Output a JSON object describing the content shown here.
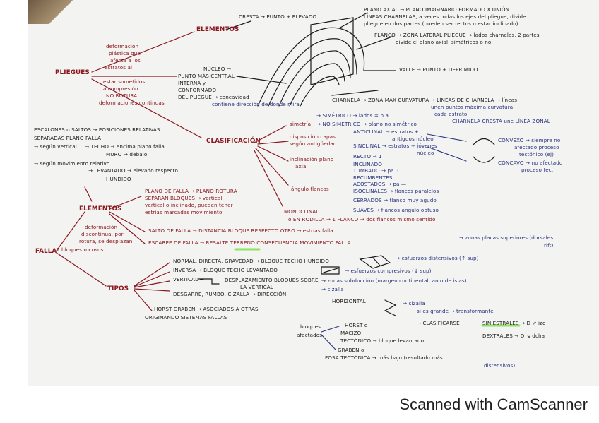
{
  "scanner_label": "Scanned with CamScanner",
  "notes": {
    "pliegues": {
      "title": "PLIEGUES",
      "definicion": [
        "deformación",
        "plástica que",
        "afecta a los",
        "estratos al",
        "estar sometidos",
        "a compresión",
        "NO ROTURA",
        "deformaciones continuas"
      ],
      "elementos": "ELEMENTOS",
      "cresta": "CRESTA → PUNTO + ELEVADO",
      "plano_axial": [
        "PLANO AXIAL → PLANO IMAGINARIO FORMADO X UNIÓN",
        "LÍNEAS CHARNELAS, a veces todas los ejes del pliegue, divide",
        "pliegue en dos partes (pueden ser rectos o estar inclinado)"
      ],
      "flanco": [
        "FLANCO → ZONA LATERAL PLIEGUE → lados charnelas, 2 partes",
        "divide el plano axial, simétricos o no"
      ],
      "valle": "VALLE → PUNTO + DEPRIMIDO",
      "nucleo": [
        "NÚCLEO →",
        "PUNTO MÁS CENTRAL",
        "INTERNA y",
        "CONFORMADO",
        "DEL PLIEGUE → concavidad",
        "contiene dirección de donde mira"
      ],
      "charnela": [
        "CHARNELA → ZONA MAX CURVATURA → LÍNEAS DE CHARNELA → líneas",
        "unen puntos máxima curvatura",
        "cada estrato",
        "CHARNELA CRESTA une LÍNEA ZONAL"
      ],
      "clasificacion": "CLASIFICACIÓN",
      "simetria": "simetría",
      "simetrico": "→ SIMÉTRICO → lados = p.a.",
      "asimetrico": "→ NO SIMÉTRICO → plano no simétrico",
      "disposicion": [
        "disposición capas",
        "según antigüedad"
      ],
      "anticlinal": [
        "ANTICLINAL → estratos +",
        "antiguos núcleo"
      ],
      "sinclinal": [
        "SINCLINAL → estratos + jóvenes",
        "núcleo"
      ],
      "convexo": [
        "CONVEXO → siempre no",
        "afectado proceso",
        "tectónico (ej)"
      ],
      "concavo": [
        "CÓNCAVO → no afectado",
        "proceso tec."
      ],
      "inclinacion": [
        "inclinación plano",
        "axial"
      ],
      "recto": "RECTO → 1",
      "inclinado": [
        "INCLINADO",
        "TUMBADO → pa ⊥"
      ],
      "recumbente": [
        "RECUMBENTES",
        "ACOSTADOS → pa —"
      ],
      "angulo": "ángulo flancos",
      "isoclinales": "ISOCLINALES → flancos paralelos",
      "cerrados": "CERRADOS → flanco muy agudo",
      "suaves": "SUAVES → flancos ángulo obtuso",
      "monoclinal": [
        "MONOCLINAL",
        "o EN RODILLA → 1 FLANCO → dos flancos mismo sentido"
      ]
    },
    "fallas": {
      "title": "FALLA",
      "definicion": [
        "deformación",
        "discontinua, por",
        "rotura, se desplazan",
        "2 bloques rocosos"
      ],
      "escalas": [
        "ESCALONES o SALTOS → POSICIONES RELATIVAS",
        "SEPARADAS PLANO FALLA"
      ],
      "sep_vertical": [
        "→ según vertical",
        "→ TECHO → encima plano falla",
        "MURO → debajo"
      ],
      "sep_relativo": [
        "→ según movimiento relativo",
        "→ LEVANTADO → elevado respecto",
        "HUNDIDO"
      ],
      "elementos": "ELEMENTOS",
      "plano_falla": [
        "PLANO DE FALLA → PLANO ROTURA",
        "SEPARAN BLOQUES → vertical",
        "vertical o inclinado, pueden tener",
        "estrías marcadas movimiento"
      ],
      "salto": "SALTO DE FALLA → DISTANCIA BLOQUE RESPECTO OTRO → estrías falla",
      "escarpe": "ESCARPE DE FALLA → RESALTE TERRENO CONSECUENCIA MOVIMIENTO FALLA",
      "zonas": [
        "→ zonas placas superiores (dorsales",
        "rift)"
      ],
      "tipos": "TIPOS",
      "normal": "NORMAL, DIRECTA, GRAVEDAD → BLOQUE TECHO HUNDIDO",
      "distensivos": "→ esfuerzos distensivos (↑ sup)",
      "inversa": "INVERSA → BLOQUE TECHO LEVANTADO",
      "compresivos": "→ esfuerzos compresivos (↓ sup)",
      "vertical": "VERTICAL →",
      "desplazamiento": [
        "DESPLAZAMIENTO BLOQUES SOBRE",
        "LA VERTICAL"
      ],
      "subduccion": "→ zonas subducción (margen continental, arco de islas)",
      "desgarre": "DESGARRE, RUMBO, CIZALLA → DIRECCIÓN",
      "horizontal": "HORIZONTAL",
      "cizalla": "→ cizalla",
      "cizalla2": "→ cizalla",
      "grande": [
        "si es grande → transformante"
      ],
      "horst": [
        "HORST-GRABEN → ASOCIADOS A OTRAS",
        "ORIGINANDO SISTEMAS FALLAS"
      ],
      "bloques": [
        "bloques",
        "afectados"
      ],
      "horst2": [
        "HORST o",
        "MACIZO",
        "TECTÓNICO → bloque levantado"
      ],
      "graben": [
        "GRABEN o",
        "FOSA TECTÓNICA → más bajo (resultado más",
        "distensivos)"
      ],
      "clasificarse": "→ CLASIFICARSE",
      "siniestrales": "SINIESTRALES → D ↗ izq",
      "dextrales": "DEXTRALES → D ↘ dcha"
    }
  },
  "colors": {
    "paper": "#f3f3f1",
    "red_ink": "#8b1820",
    "blue_ink": "#26327e",
    "black_ink": "#1c1c1c",
    "highlight": "#8ae65e"
  }
}
